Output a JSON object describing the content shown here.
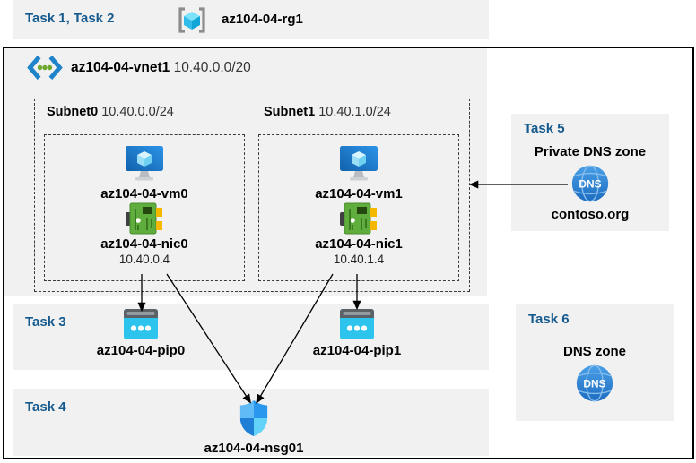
{
  "tasks": {
    "task12": {
      "label": "Task 1, Task 2"
    },
    "task3": {
      "label": "Task 3"
    },
    "task4": {
      "label": "Task 4"
    },
    "task5": {
      "label": "Task 5",
      "title": "Private DNS zone",
      "zone": "contoso.org"
    },
    "task6": {
      "label": "Task 6",
      "title": "DNS zone"
    }
  },
  "resource_group": {
    "name": "az104-04-rg1"
  },
  "vnet": {
    "name": "az104-04-vnet1",
    "cidr": "10.40.0.0/20",
    "subnets": [
      {
        "name": "Subnet0",
        "cidr": "10.40.0.0/24",
        "vm": "az104-04-vm0",
        "nic": "az104-04-nic0",
        "ip": "10.40.0.4"
      },
      {
        "name": "Subnet1",
        "cidr": "10.40.1.0/24",
        "vm": "az104-04-vm1",
        "nic": "az104-04-nic1",
        "ip": "10.40.1.4"
      }
    ]
  },
  "public_ips": [
    {
      "name": "az104-04-pip0"
    },
    {
      "name": "az104-04-pip1"
    }
  ],
  "nsg": {
    "name": "az104-04-nsg01"
  },
  "dns_icon_text": "DNS",
  "icons": {
    "resource-group-icon": "cyan cube in gray brackets",
    "vnet-icon": "blue angle brackets with green dots",
    "vm-icon": "blue monitor with cube",
    "nic-icon": "green network card with yellow pins",
    "public-ip-icon": "cyan browser window with three dots",
    "dns-icon": "blue globe with DNS text",
    "nsg-icon": "blue quadrant shield"
  },
  "colors": {
    "task_label_blue": "#155a8e",
    "panel_gray": "#f1f1f1",
    "vm_blue": "#1b7fd4",
    "nic_green": "#5fae3d",
    "pip_cyan": "#2cc4ec",
    "dns_blue": "#2c80d4",
    "arrow_black": "#000000"
  }
}
